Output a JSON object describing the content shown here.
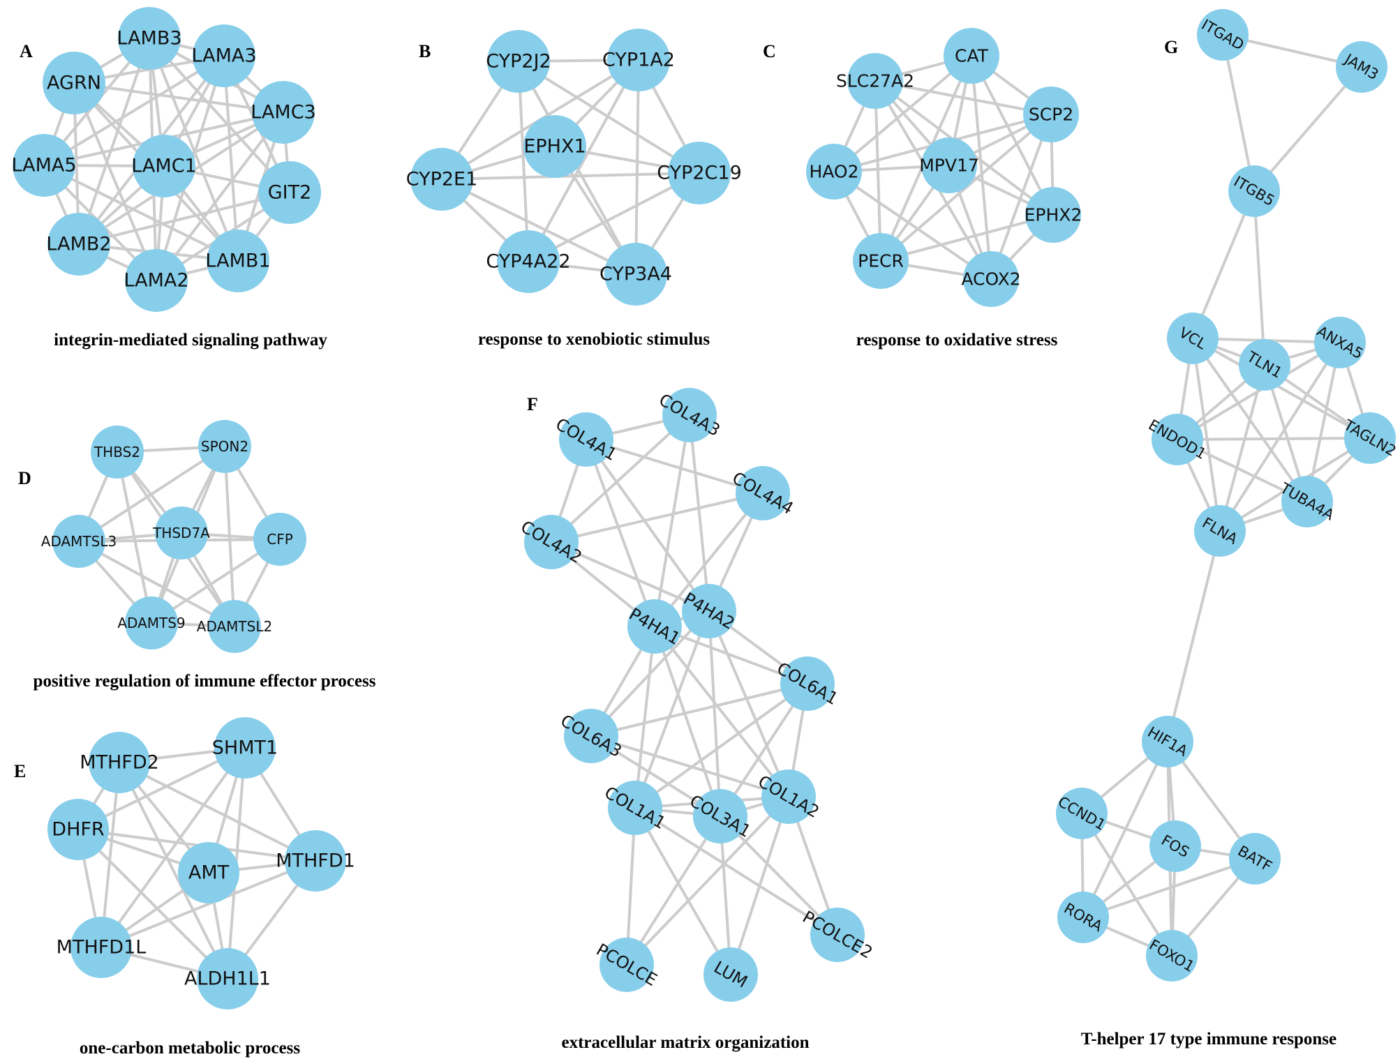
{
  "panels": [
    {
      "id": "A",
      "caption": "integrin-mediated signaling pathway",
      "nodes": [
        "LAMB3",
        "LAMA3",
        "AGRN",
        "LAMC3",
        "LAMA5",
        "LAMC1",
        "GIT2",
        "LAMB2",
        "LAMB1",
        "LAMA2"
      ],
      "edges": [
        [
          "LAMB3",
          "LAMA3"
        ],
        [
          "LAMB3",
          "AGRN"
        ],
        [
          "LAMB3",
          "LAMC3"
        ],
        [
          "LAMB3",
          "LAMA5"
        ],
        [
          "LAMB3",
          "LAMC1"
        ],
        [
          "LAMB3",
          "GIT2"
        ],
        [
          "LAMB3",
          "LAMB2"
        ],
        [
          "LAMB3",
          "LAMB1"
        ],
        [
          "LAMB3",
          "LAMA2"
        ],
        [
          "LAMA3",
          "AGRN"
        ],
        [
          "LAMA3",
          "LAMC3"
        ],
        [
          "LAMA3",
          "LAMA5"
        ],
        [
          "LAMA3",
          "LAMC1"
        ],
        [
          "LAMA3",
          "GIT2"
        ],
        [
          "LAMA3",
          "LAMB2"
        ],
        [
          "LAMA3",
          "LAMB1"
        ],
        [
          "LAMA3",
          "LAMA2"
        ],
        [
          "AGRN",
          "LAMC3"
        ],
        [
          "AGRN",
          "LAMA5"
        ],
        [
          "AGRN",
          "LAMC1"
        ],
        [
          "AGRN",
          "LAMB2"
        ],
        [
          "AGRN",
          "LAMB1"
        ],
        [
          "AGRN",
          "LAMA2"
        ],
        [
          "LAMC3",
          "LAMA5"
        ],
        [
          "LAMC3",
          "LAMC1"
        ],
        [
          "LAMC3",
          "GIT2"
        ],
        [
          "LAMC3",
          "LAMB2"
        ],
        [
          "LAMC3",
          "LAMB1"
        ],
        [
          "LAMC3",
          "LAMA2"
        ],
        [
          "LAMA5",
          "LAMC1"
        ],
        [
          "LAMA5",
          "LAMB2"
        ],
        [
          "LAMA5",
          "LAMB1"
        ],
        [
          "LAMA5",
          "LAMA2"
        ],
        [
          "LAMC1",
          "GIT2"
        ],
        [
          "LAMC1",
          "LAMB2"
        ],
        [
          "LAMC1",
          "LAMB1"
        ],
        [
          "LAMC1",
          "LAMA2"
        ],
        [
          "GIT2",
          "LAMB2"
        ],
        [
          "GIT2",
          "LAMB1"
        ],
        [
          "GIT2",
          "LAMA2"
        ],
        [
          "LAMB2",
          "LAMB1"
        ],
        [
          "LAMB2",
          "LAMA2"
        ],
        [
          "LAMB1",
          "LAMA2"
        ]
      ]
    },
    {
      "id": "B",
      "caption": "response to xenobiotic stimulus",
      "nodes": [
        "CYP2J2",
        "CYP1A2",
        "EPHX1",
        "CYP2E1",
        "CYP2C19",
        "CYP4A22",
        "CYP3A4"
      ],
      "edges": [
        [
          "CYP2J2",
          "CYP1A2"
        ],
        [
          "CYP2J2",
          "CYP2E1"
        ],
        [
          "CYP2J2",
          "CYP2C19"
        ],
        [
          "CYP2J2",
          "CYP4A22"
        ],
        [
          "CYP2J2",
          "CYP3A4"
        ],
        [
          "CYP1A2",
          "EPHX1"
        ],
        [
          "CYP1A2",
          "CYP2E1"
        ],
        [
          "CYP1A2",
          "CYP2C19"
        ],
        [
          "CYP1A2",
          "CYP4A22"
        ],
        [
          "CYP1A2",
          "CYP3A4"
        ],
        [
          "EPHX1",
          "CYP2E1"
        ],
        [
          "EPHX1",
          "CYP2C19"
        ],
        [
          "EPHX1",
          "CYP3A4"
        ],
        [
          "CYP2E1",
          "CYP2C19"
        ],
        [
          "CYP2E1",
          "CYP4A22"
        ],
        [
          "CYP2E1",
          "CYP3A4"
        ],
        [
          "CYP2C19",
          "CYP4A22"
        ],
        [
          "CYP2C19",
          "CYP3A4"
        ],
        [
          "CYP4A22",
          "CYP3A4"
        ]
      ]
    },
    {
      "id": "C",
      "caption": "response to oxidative stress",
      "nodes": [
        "CAT",
        "SLC27A2",
        "SCP2",
        "HAO2",
        "MPV17",
        "EPHX2",
        "PECR",
        "ACOX2"
      ],
      "edges": [
        [
          "CAT",
          "SLC27A2"
        ],
        [
          "CAT",
          "SCP2"
        ],
        [
          "CAT",
          "HAO2"
        ],
        [
          "CAT",
          "MPV17"
        ],
        [
          "CAT",
          "EPHX2"
        ],
        [
          "CAT",
          "PECR"
        ],
        [
          "CAT",
          "ACOX2"
        ],
        [
          "SLC27A2",
          "SCP2"
        ],
        [
          "SLC27A2",
          "HAO2"
        ],
        [
          "SLC27A2",
          "MPV17"
        ],
        [
          "SLC27A2",
          "EPHX2"
        ],
        [
          "SLC27A2",
          "PECR"
        ],
        [
          "SLC27A2",
          "ACOX2"
        ],
        [
          "SCP2",
          "HAO2"
        ],
        [
          "SCP2",
          "MPV17"
        ],
        [
          "SCP2",
          "EPHX2"
        ],
        [
          "SCP2",
          "PECR"
        ],
        [
          "SCP2",
          "ACOX2"
        ],
        [
          "HAO2",
          "MPV17"
        ],
        [
          "HAO2",
          "PECR"
        ],
        [
          "HAO2",
          "ACOX2"
        ],
        [
          "MPV17",
          "EPHX2"
        ],
        [
          "MPV17",
          "PECR"
        ],
        [
          "MPV17",
          "ACOX2"
        ],
        [
          "EPHX2",
          "PECR"
        ],
        [
          "EPHX2",
          "ACOX2"
        ],
        [
          "PECR",
          "ACOX2"
        ]
      ]
    },
    {
      "id": "D",
      "caption": "positive regulation of immune effector process",
      "nodes": [
        "THBS2",
        "SPON2",
        "ADAMTSL3",
        "THSD7A",
        "CFP",
        "ADAMTS9",
        "ADAMTSL2"
      ],
      "edges": [
        [
          "THBS2",
          "SPON2"
        ],
        [
          "THBS2",
          "ADAMTSL3"
        ],
        [
          "THBS2",
          "THSD7A"
        ],
        [
          "THBS2",
          "ADAMTS9"
        ],
        [
          "THBS2",
          "ADAMTSL2"
        ],
        [
          "SPON2",
          "ADAMTSL3"
        ],
        [
          "SPON2",
          "THSD7A"
        ],
        [
          "SPON2",
          "CFP"
        ],
        [
          "SPON2",
          "ADAMTS9"
        ],
        [
          "SPON2",
          "ADAMTSL2"
        ],
        [
          "ADAMTSL3",
          "THSD7A"
        ],
        [
          "ADAMTSL3",
          "CFP"
        ],
        [
          "ADAMTSL3",
          "ADAMTS9"
        ],
        [
          "ADAMTSL3",
          "ADAMTSL2"
        ],
        [
          "THSD7A",
          "CFP"
        ],
        [
          "THSD7A",
          "ADAMTS9"
        ],
        [
          "THSD7A",
          "ADAMTSL2"
        ],
        [
          "CFP",
          "ADAMTS9"
        ],
        [
          "CFP",
          "ADAMTSL2"
        ],
        [
          "ADAMTS9",
          "ADAMTSL2"
        ]
      ]
    },
    {
      "id": "E",
      "caption": "one-carbon metabolic process",
      "nodes": [
        "MTHFD2",
        "SHMT1",
        "DHFR",
        "AMT",
        "MTHFD1",
        "MTHFD1L",
        "ALDH1L1"
      ],
      "edges": [
        [
          "MTHFD2",
          "SHMT1"
        ],
        [
          "MTHFD2",
          "DHFR"
        ],
        [
          "MTHFD2",
          "AMT"
        ],
        [
          "MTHFD2",
          "MTHFD1"
        ],
        [
          "MTHFD2",
          "MTHFD1L"
        ],
        [
          "MTHFD2",
          "ALDH1L1"
        ],
        [
          "SHMT1",
          "DHFR"
        ],
        [
          "SHMT1",
          "AMT"
        ],
        [
          "SHMT1",
          "MTHFD1"
        ],
        [
          "SHMT1",
          "MTHFD1L"
        ],
        [
          "SHMT1",
          "ALDH1L1"
        ],
        [
          "DHFR",
          "AMT"
        ],
        [
          "DHFR",
          "MTHFD1"
        ],
        [
          "DHFR",
          "MTHFD1L"
        ],
        [
          "DHFR",
          "ALDH1L1"
        ],
        [
          "AMT",
          "MTHFD1"
        ],
        [
          "AMT",
          "MTHFD1L"
        ],
        [
          "AMT",
          "ALDH1L1"
        ],
        [
          "MTHFD1",
          "MTHFD1L"
        ],
        [
          "MTHFD1",
          "ALDH1L1"
        ],
        [
          "MTHFD1L",
          "ALDH1L1"
        ]
      ]
    },
    {
      "id": "F",
      "caption": "extracellular matrix organization",
      "nodes": [
        "COL4A3",
        "COL4A1",
        "COL4A4",
        "COL4A2",
        "P4HA2",
        "P4HA1",
        "COL6A1",
        "COL6A3",
        "COL1A2",
        "COL1A1",
        "COL3A1",
        "PCOLCE2",
        "PCOLCE",
        "LUM"
      ],
      "edges": [
        [
          "COL4A1",
          "COL4A3"
        ],
        [
          "COL4A1",
          "COL4A4"
        ],
        [
          "COL4A1",
          "COL4A2"
        ],
        [
          "COL4A1",
          "P4HA1"
        ],
        [
          "COL4A1",
          "P4HA2"
        ],
        [
          "COL4A3",
          "COL4A2"
        ],
        [
          "COL4A3",
          "P4HA1"
        ],
        [
          "COL4A3",
          "P4HA2"
        ],
        [
          "COL4A4",
          "COL4A2"
        ],
        [
          "COL4A4",
          "P4HA1"
        ],
        [
          "COL4A4",
          "P4HA2"
        ],
        [
          "COL4A2",
          "P4HA1"
        ],
        [
          "COL4A2",
          "P4HA2"
        ],
        [
          "P4HA1",
          "P4HA2"
        ],
        [
          "P4HA1",
          "COL6A1"
        ],
        [
          "P4HA1",
          "COL6A3"
        ],
        [
          "P4HA1",
          "COL1A1"
        ],
        [
          "P4HA1",
          "COL3A1"
        ],
        [
          "P4HA1",
          "COL1A2"
        ],
        [
          "P4HA2",
          "COL6A1"
        ],
        [
          "P4HA2",
          "COL6A3"
        ],
        [
          "P4HA2",
          "COL1A1"
        ],
        [
          "P4HA2",
          "COL3A1"
        ],
        [
          "P4HA2",
          "COL1A2"
        ],
        [
          "COL6A1",
          "COL6A3"
        ],
        [
          "COL6A1",
          "COL1A1"
        ],
        [
          "COL6A1",
          "COL3A1"
        ],
        [
          "COL6A1",
          "COL1A2"
        ],
        [
          "COL6A3",
          "COL1A2"
        ],
        [
          "COL6A3",
          "COL3A1"
        ],
        [
          "COL1A1",
          "COL3A1"
        ],
        [
          "COL1A1",
          "COL1A2"
        ],
        [
          "COL3A1",
          "COL1A2"
        ],
        [
          "COL1A1",
          "PCOLCE"
        ],
        [
          "COL1A1",
          "LUM"
        ],
        [
          "COL1A1",
          "PCOLCE2"
        ],
        [
          "COL3A1",
          "PCOLCE"
        ],
        [
          "COL3A1",
          "LUM"
        ],
        [
          "COL3A1",
          "PCOLCE2"
        ],
        [
          "COL1A2",
          "PCOLCE"
        ],
        [
          "COL1A2",
          "LUM"
        ],
        [
          "COL1A2",
          "PCOLCE2"
        ]
      ]
    },
    {
      "id": "G",
      "caption": "T-helper 17 type immune response",
      "nodes": [
        "ITGAD",
        "JAM3",
        "ITGB5",
        "VCL",
        "ANXA5",
        "TLN1",
        "ENDOD1",
        "TAGLN2",
        "TUBA4A",
        "FLNA",
        "HIF1A",
        "CCND1",
        "FOS",
        "BATF",
        "RORA",
        "FOXO1"
      ],
      "edges": [
        [
          "ITGAD",
          "JAM3"
        ],
        [
          "ITGAD",
          "ITGB5"
        ],
        [
          "JAM3",
          "ITGB5"
        ],
        [
          "ITGB5",
          "VCL"
        ],
        [
          "ITGB5",
          "TLN1"
        ],
        [
          "VCL",
          "TLN1"
        ],
        [
          "VCL",
          "ANXA5"
        ],
        [
          "VCL",
          "ENDOD1"
        ],
        [
          "VCL",
          "TUBA4A"
        ],
        [
          "VCL",
          "FLNA"
        ],
        [
          "VCL",
          "TAGLN2"
        ],
        [
          "TLN1",
          "ANXA5"
        ],
        [
          "TLN1",
          "ENDOD1"
        ],
        [
          "TLN1",
          "TAGLN2"
        ],
        [
          "TLN1",
          "TUBA4A"
        ],
        [
          "TLN1",
          "FLNA"
        ],
        [
          "ANXA5",
          "ENDOD1"
        ],
        [
          "ANXA5",
          "TAGLN2"
        ],
        [
          "ANXA5",
          "TUBA4A"
        ],
        [
          "ANXA5",
          "FLNA"
        ],
        [
          "ENDOD1",
          "TAGLN2"
        ],
        [
          "ENDOD1",
          "TUBA4A"
        ],
        [
          "ENDOD1",
          "FLNA"
        ],
        [
          "TAGLN2",
          "TUBA4A"
        ],
        [
          "TAGLN2",
          "FLNA"
        ],
        [
          "TUBA4A",
          "FLNA"
        ],
        [
          "FLNA",
          "HIF1A"
        ],
        [
          "HIF1A",
          "CCND1"
        ],
        [
          "HIF1A",
          "FOS"
        ],
        [
          "HIF1A",
          "BATF"
        ],
        [
          "HIF1A",
          "RORA"
        ],
        [
          "HIF1A",
          "FOXO1"
        ],
        [
          "CCND1",
          "FOS"
        ],
        [
          "CCND1",
          "RORA"
        ],
        [
          "CCND1",
          "FOXO1"
        ],
        [
          "FOS",
          "BATF"
        ],
        [
          "FOS",
          "RORA"
        ],
        [
          "FOS",
          "FOXO1"
        ],
        [
          "BATF",
          "RORA"
        ],
        [
          "BATF",
          "FOXO1"
        ],
        [
          "RORA",
          "FOXO1"
        ]
      ]
    }
  ]
}
